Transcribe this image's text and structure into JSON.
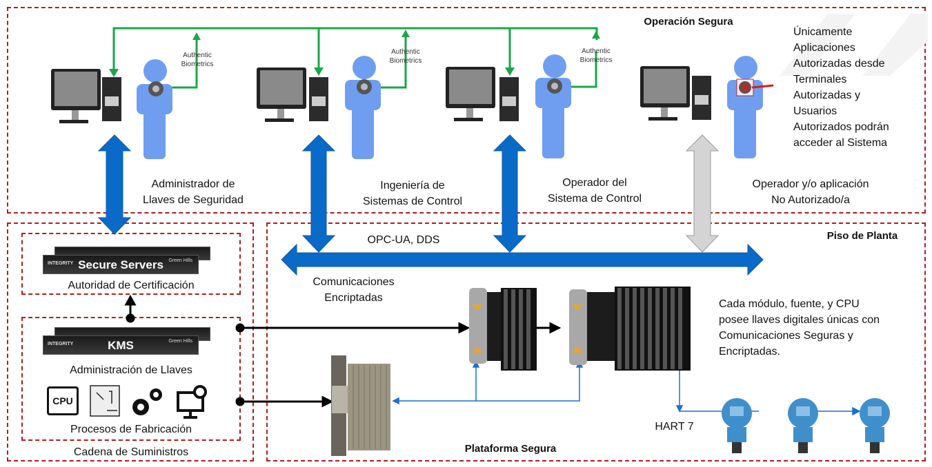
{
  "zones": {
    "secure_operation": "Operación Segura",
    "plant_floor": "Piso de Planta",
    "secure_platform": "Plataforma Segura",
    "supply_chain": "Cadena de Suministros"
  },
  "workstations": [
    {
      "role_line1": "Administrador de",
      "role_line2": "Llaves de Seguridad",
      "biometrics_line1": "Authentic",
      "biometrics_line2": "Biometrics",
      "authorized": true
    },
    {
      "role_line1": "Ingeniería de",
      "role_line2": "Sistemas de Control",
      "biometrics_line1": "Authentic",
      "biometrics_line2": "Biometrics",
      "authorized": true
    },
    {
      "role_line1": "Operador del",
      "role_line2": "Sistema de Control",
      "biometrics_line1": "Authentic",
      "biometrics_line2": "Biometrics",
      "authorized": true
    },
    {
      "role_line1": "Operador y/o aplicación",
      "role_line2": "No Autorizado/a",
      "authorized": false
    }
  ],
  "access_note": [
    "Únicamente",
    "Aplicaciones",
    "Autorizadas desde",
    "Terminales",
    "Autorizadas y",
    "Usuarios",
    "Autorizados podrán",
    "acceder al Sistema"
  ],
  "bus": {
    "protocol": "OPC-UA, DDS",
    "label_line1": "Comunicaciones",
    "label_line2": "Encriptadas"
  },
  "supply_chain": {
    "cert_server": {
      "brand": "INTEGRITY",
      "name": "Secure Servers",
      "vendor": "Green Hills",
      "caption": "Autoridad de Certificación"
    },
    "kms_server": {
      "brand": "INTEGRITY",
      "name": "KMS",
      "vendor": "Green Hills",
      "caption": "Administración de Llaves"
    },
    "manufacturing_caption": "Procesos de Fabricación",
    "cpu_label": "CPU"
  },
  "plant": {
    "module_note": [
      "Cada módulo, fuente, y CPU",
      "posee llaves digitales únicas con",
      "Comunicaciones Seguras y",
      "Encriptadas."
    ],
    "field_protocol": "HART 7"
  },
  "colors": {
    "zone_border": "#b01c1c",
    "bus_blue": "#0a6ac8",
    "auth_green": "#1aa64a",
    "unauthorized_gray": "#d4d4d4",
    "person_blue": "#6f9ef0"
  }
}
